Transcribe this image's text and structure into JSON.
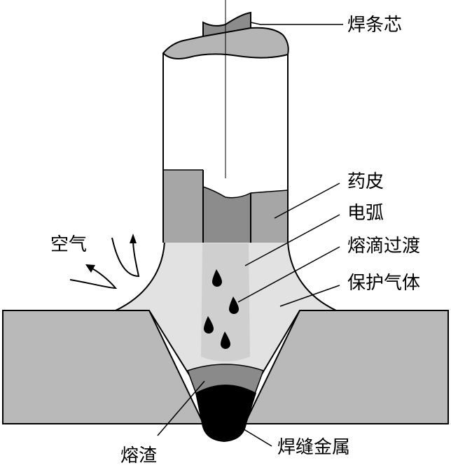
{
  "labels": {
    "electrode_core": "焊条芯",
    "coating": "药皮",
    "arc": "电弧",
    "droplet_transfer": "熔滴过渡",
    "shielding_gas": "保护气体",
    "air": "空气",
    "slag": "熔渣",
    "weld_metal": "焊缝金属"
  },
  "colors": {
    "workpiece": "#b9b9b9",
    "coating": "#a6a6a6",
    "core": "#8c8c8c",
    "gas": "#e2e2e2",
    "arc_column": "#cfcfcf",
    "slag": "#8a8a8a",
    "weld_metal": "#000000",
    "outline": "#000000"
  }
}
